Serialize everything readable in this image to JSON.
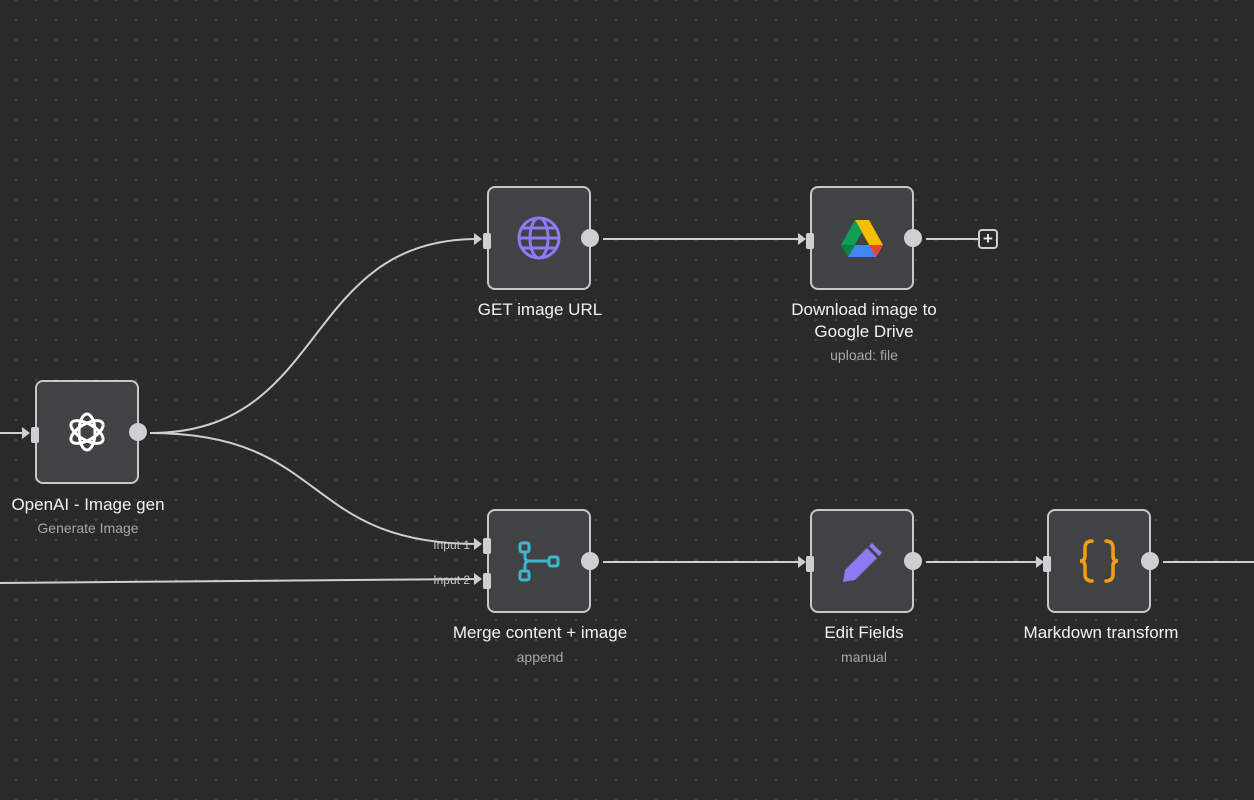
{
  "canvas": {
    "background": "#2a2a2b",
    "node_fill": "#414244",
    "node_border": "#c8c8ca",
    "edge_color": "#cfcfd2"
  },
  "nodes": {
    "openai": {
      "title": "OpenAI - Image gen",
      "subtitle": "Generate Image",
      "icon": "openai-logo-icon"
    },
    "get_image": {
      "title": "GET image URL",
      "subtitle": "",
      "icon": "globe-icon",
      "icon_color": "#8b7cf6"
    },
    "gdrive": {
      "title_line1": "Download image to",
      "title_line2": "Google Drive",
      "subtitle": "upload: file",
      "icon": "google-drive-icon"
    },
    "merge": {
      "title": "Merge content + image",
      "subtitle": "append",
      "icon": "merge-icon",
      "icon_color": "#3fb6cf",
      "inputs": [
        "Input 1",
        "Input 2"
      ]
    },
    "edit_fields": {
      "title": "Edit Fields",
      "subtitle": "manual",
      "icon": "pencil-icon",
      "icon_color": "#8b7cf6"
    },
    "markdown": {
      "title": "Markdown transform",
      "subtitle": "",
      "icon": "curly-braces-icon",
      "icon_color": "#f59e0b"
    }
  },
  "add_button": {
    "symbol": "+"
  }
}
